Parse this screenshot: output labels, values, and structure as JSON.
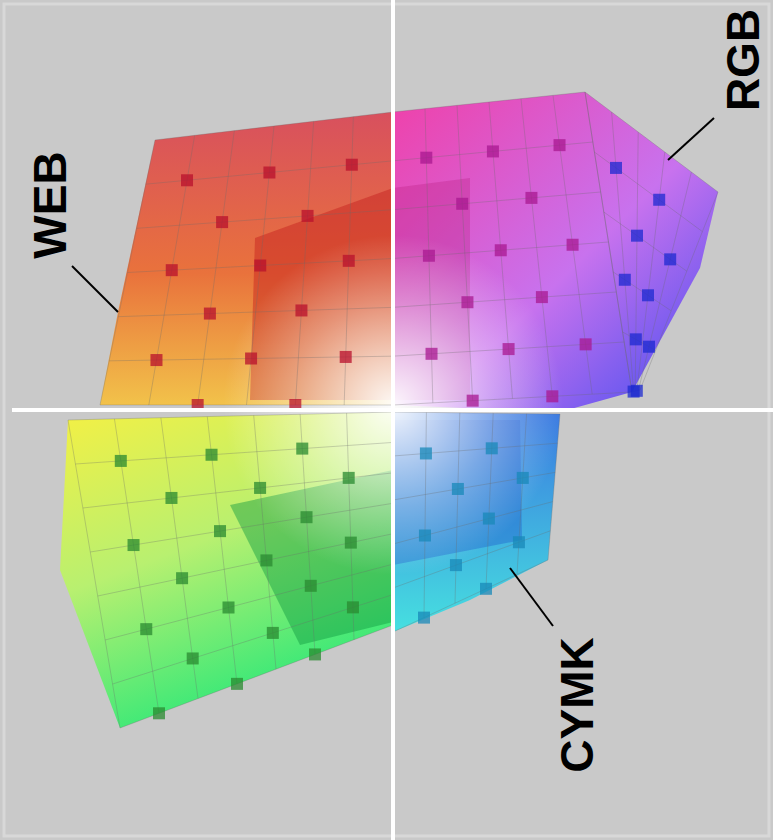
{
  "diagram": {
    "labels": [
      "WEB",
      "RGB",
      "CYMK"
    ]
  }
}
